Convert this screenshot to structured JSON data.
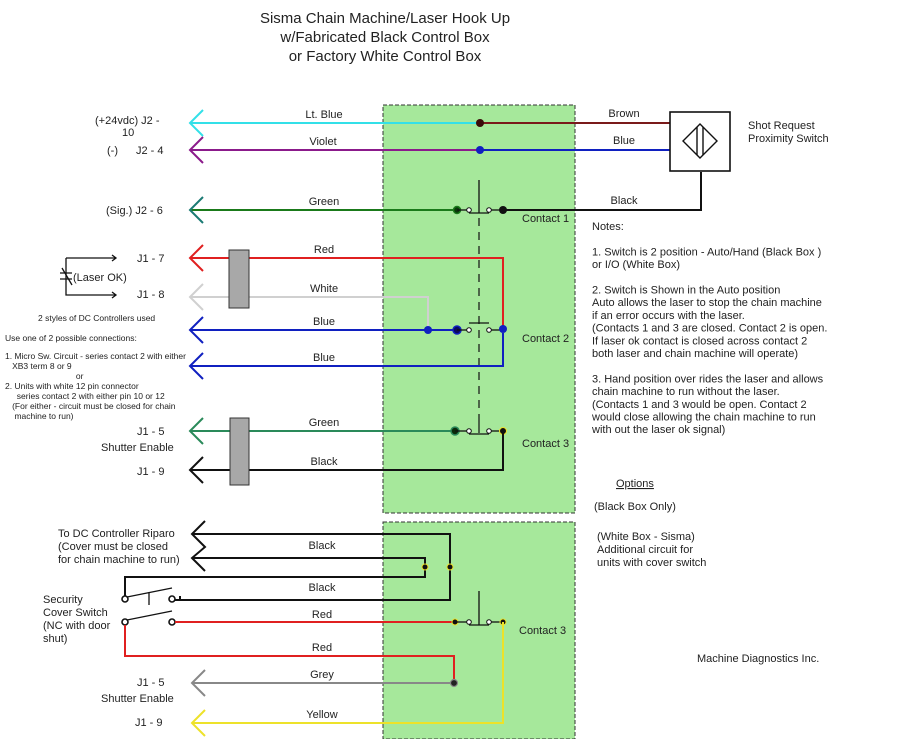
{
  "title_lines": [
    "Sisma Chain Machine/Laser Hook Up",
    "w/Fabricated Black Control Box",
    "or Factory White Control Box"
  ],
  "colors": {
    "box_fill": "#a6e89b",
    "lt_blue": "#33e0e8",
    "violet": "#8b1a8b",
    "green_dark": "#1a7a1a",
    "teal": "#1a7a74",
    "red": "#e02020",
    "white_wire": "#d0d0d0",
    "blue": "#1020c0",
    "green": "#2a8a5a",
    "black": "#111111",
    "brown": "#7a1a1a",
    "grey": "#888888",
    "yellow": "#ede22a"
  },
  "connectors": {
    "j2_10": "(+24vdc)  J2 -",
    "j2_10b": "10",
    "j2_4_prefix": "(-)",
    "j2_4": "J2 - 4",
    "j2_6": "(Sig.)  J2 - 6",
    "j1_7": "J1 - 7",
    "j1_8": "J1 - 8",
    "laser_ok": "(Laser OK)",
    "j1_5": "J1 - 5",
    "shutter_enable": "Shutter Enable",
    "j1_9": "J1 - 9",
    "j1_5b": "J1 - 5",
    "shutter_enable_b": "Shutter Enable",
    "j1_9b": "J1 - 9"
  },
  "wires": {
    "lt_blue": "Lt. Blue",
    "violet": "Violet",
    "green1": "Green",
    "red": "Red",
    "white": "White",
    "blue1": "Blue",
    "blue2": "Blue",
    "green2": "Green",
    "black1": "Black",
    "brown": "Brown",
    "blue_right": "Blue",
    "black_right": "Black",
    "black_top": "Black",
    "black_mid": "Black",
    "red_a": "Red",
    "red_b": "Red",
    "grey": "Grey",
    "yellow": "Yellow"
  },
  "contacts": {
    "c1": "Contact 1",
    "c2": "Contact 2",
    "c3": "Contact 3",
    "c3b": "Contact 3"
  },
  "proximity_switch": [
    "Shot Request",
    "Proximity Switch"
  ],
  "dc_controllers": {
    "heading": "2 styles of DC Controllers used",
    "lines": [
      "Use one of 2 possible connections:",
      "",
      "1. Micro Sw. Circuit - series contact 2 with either",
      "   XB3 term 8 or 9",
      "                              or",
      "2. Units with white 12 pin connector",
      "     series contact 2 with either pin 10 or 12",
      "   (For either - circuit must be closed for chain",
      "    machine to run)"
    ]
  },
  "riparo": [
    "To DC Controller Riparo",
    "(Cover must be closed",
    "for chain machine to run)"
  ],
  "cover_switch": [
    "Security",
    "Cover Switch",
    "(NC with door",
    "shut)"
  ],
  "notes": [
    "Notes:",
    "",
    "1. Switch is 2 position - Auto/Hand (Black Box )",
    "or I/O (White Box)",
    "",
    "2. Switch is Shown in the Auto position",
    "Auto allows the laser to stop the chain machine",
    "if an error occurs with the laser.",
    "(Contacts 1 and 3 are closed. Contact 2 is open.",
    "If laser ok contact is closed across contact 2",
    "both laser and chain machine will operate)",
    "",
    "3. Hand position over rides the laser and allows",
    "chain machine to run without the laser.",
    "(Contacts 1 and 3 would be open. Contact 2",
    "would close allowing the chain machine to run",
    "with out the laser ok signal)"
  ],
  "options": {
    "heading": "Options",
    "black_box": "(Black Box Only)",
    "white_box": [
      "(White Box - Sisma)",
      "Additional circuit for",
      "units with cover switch"
    ]
  },
  "company": "Machine Diagnostics Inc."
}
